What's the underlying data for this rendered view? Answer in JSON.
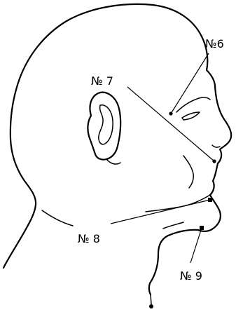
{
  "labels": {
    "point6": "№6",
    "point7": "№ 7",
    "point8": "№ 8",
    "point9": "№ 9"
  },
  "colors": {
    "line": "#000000",
    "background": "#ffffff"
  }
}
